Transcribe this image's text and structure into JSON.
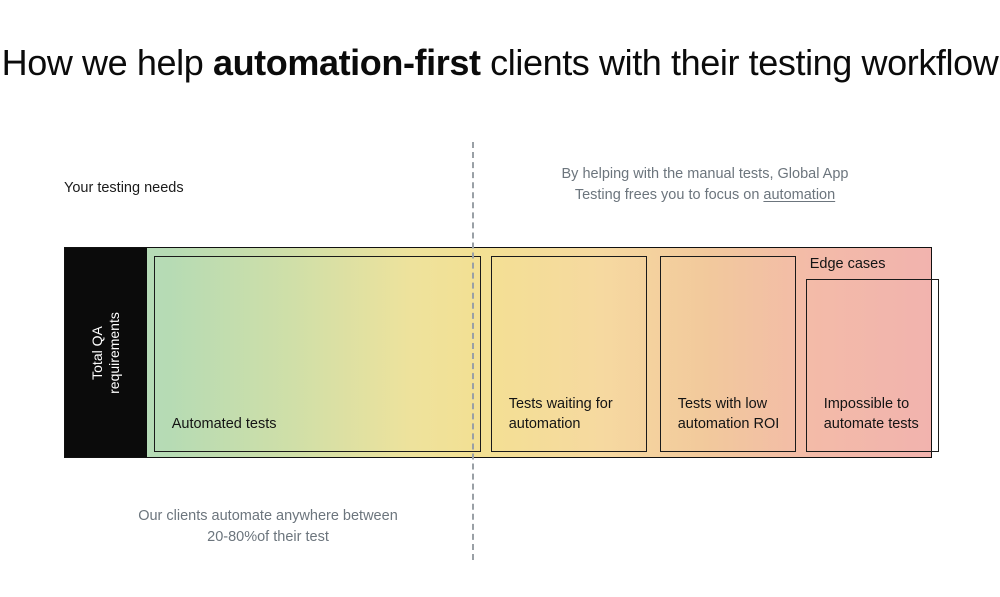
{
  "title": {
    "before": "How we help ",
    "strong": "automation-first",
    "after": " clients with their testing workflow"
  },
  "captions": {
    "left": "Your testing needs",
    "right_line1": "By helping with the manual tests, Global App",
    "right_line2_prefix": "Testing frees you to focus on ",
    "right_link": "automation",
    "bottom_line1": "Our clients automate anywhere between",
    "bottom_line2": "20-80%of their test"
  },
  "bar": {
    "sidebar_label_line1": "Total QA",
    "sidebar_label_line2": "requirements",
    "edge_cases_label": "Edge cases",
    "segments": [
      {
        "label": "Automated tests"
      },
      {
        "label": "Tests waiting for automation"
      },
      {
        "label": "Tests with low automation ROI"
      },
      {
        "label": "Impossible to automate tests"
      }
    ]
  },
  "colors": {
    "gradient_start": "#b9ddc2",
    "gradient_mid_yellow": "#f3e093",
    "gradient_mid_orange": "#f2c99c",
    "gradient_end": "#f2b3ae",
    "sidebar_bg": "#0b0b0b",
    "divider": "#9aa0a6",
    "muted_text": "#6c757d",
    "body_text": "#141414"
  }
}
